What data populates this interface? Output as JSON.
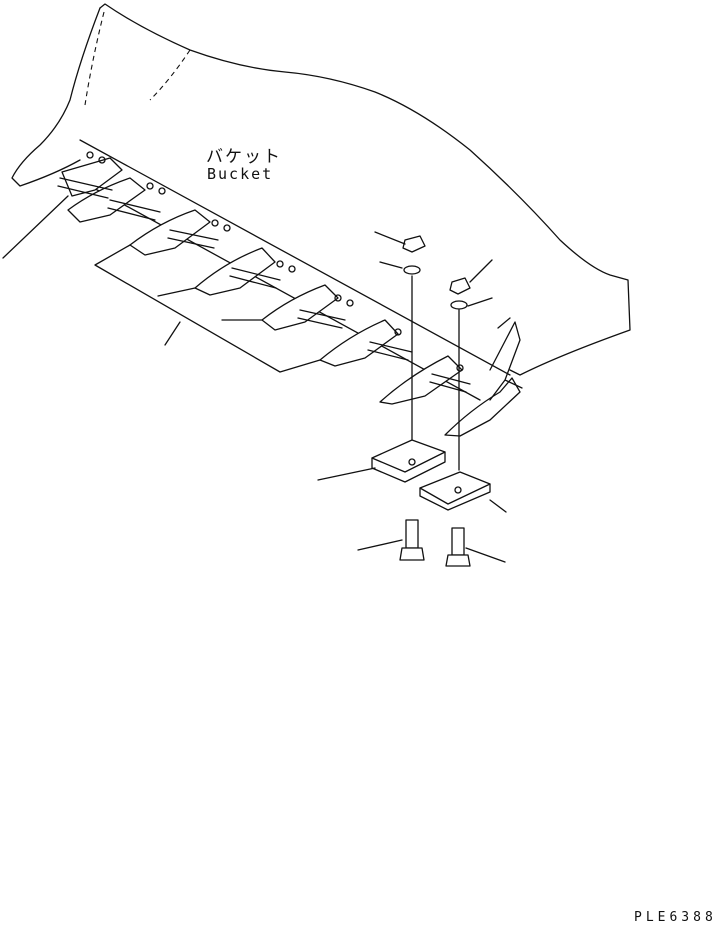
{
  "labels": {
    "bucket_jp": "バケット",
    "bucket_en": "Bucket"
  },
  "drawing_code": "PLE6388"
}
